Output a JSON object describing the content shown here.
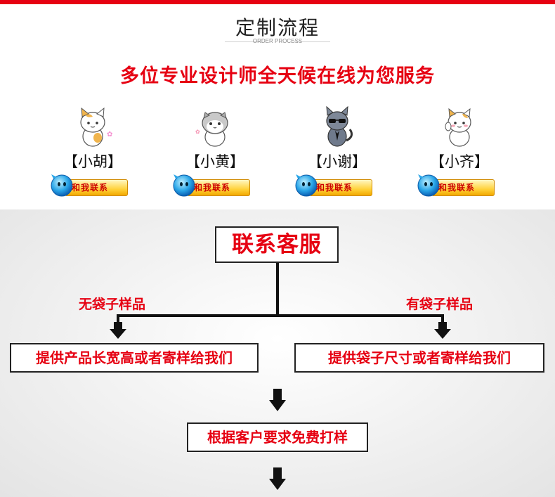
{
  "header": {
    "title": "定制流程",
    "subtitle": "ORDER PROCESS",
    "slogan": "多位专业设计师全天候在线为您服务"
  },
  "agents": [
    {
      "name": "【小胡】",
      "contact_label": "和我联系",
      "icon": "cat-calico-icon"
    },
    {
      "name": "【小黄】",
      "contact_label": "和我联系",
      "icon": "cat-gray-white-icon"
    },
    {
      "name": "【小谢】",
      "contact_label": "和我联系",
      "icon": "cat-sunglasses-icon"
    },
    {
      "name": "【小齐】",
      "contact_label": "和我联系",
      "icon": "cat-lucky-icon"
    }
  ],
  "flow": {
    "start": "联系客服",
    "branch_left_label": "无袋子样品",
    "branch_right_label": "有袋子样品",
    "left_step": "提供产品长宽高或者寄样给我们",
    "right_step": "提供袋子尺寸或者寄样给我们",
    "next_step": "根据客户要求免费打样"
  },
  "colors": {
    "accent": "#e60012",
    "line": "#111111",
    "button": "#ffd23a"
  }
}
